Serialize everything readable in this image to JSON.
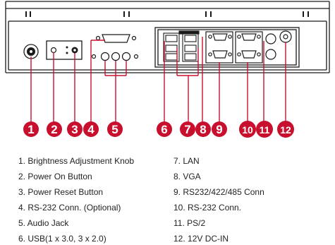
{
  "colors": {
    "callout": "#c8102e",
    "lines": "#c8102e",
    "panel_stroke": "#1a1a1a",
    "text": "#222222"
  },
  "callouts": [
    "1",
    "2",
    "3",
    "4",
    "5",
    "6",
    "7",
    "8",
    "9",
    "10",
    "11",
    "12"
  ],
  "legend": [
    "1. Brightness Adjustment Knob",
    "2. Power On Button",
    "3. Power Reset Button",
    "4. RS-232 Conn. (Optional)",
    "5. Audio Jack",
    "6. USB(1 x 3.0, 3 x 2.0)",
    "7. LAN",
    "8. VGA",
    "9. RS232/422/485 Conn",
    "10. RS-232 Conn.",
    "11. PS/2",
    "12. 12V DC-IN"
  ]
}
